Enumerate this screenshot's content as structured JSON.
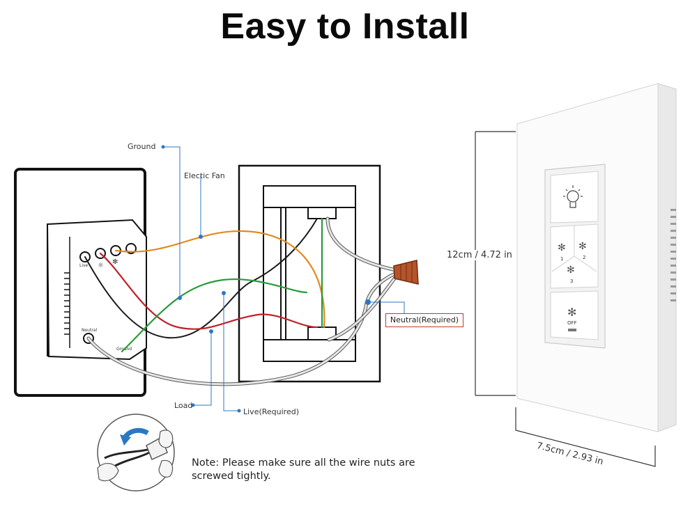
{
  "title": "Easy to Install",
  "wiring": {
    "ground_label": "Ground",
    "fan_label": "Electic Fan",
    "load_label": "Load",
    "live_label": "Live(Required)",
    "neutral_label": "Neutral(Required)",
    "terminal_live": "Live",
    "terminal_neutral": "Neutral",
    "terminal_ground": "Ground"
  },
  "note": "Note: Please make sure all the wire nuts are screwed tightly.",
  "dimensions": {
    "height": "12cm / 4.72 in",
    "width": "7.5cm / 2.93 in"
  },
  "switch_panel": {
    "speed_1": "1",
    "speed_2": "2",
    "speed_3": "3",
    "off_label": "OFF"
  },
  "colors": {
    "fan_wire": "#e08a1e",
    "load_wire": "#c0202a",
    "ground_wire": "#2a9a3a",
    "live_wire": "#1a1a1a",
    "neutral_wire": "#d8d8d8",
    "leader": "#2b78c2",
    "neutral_box_border": "#c0392b",
    "wire_nut": "#b5542a"
  }
}
